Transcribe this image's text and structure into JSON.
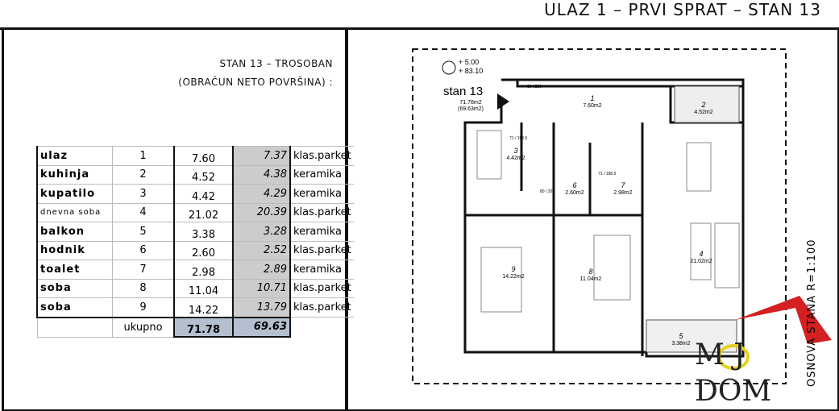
{
  "header": {
    "title": "ULAZ 1 –  PRVI SPRAT  –  STAN 13"
  },
  "left": {
    "title": "STAN 13 – TROSOBAN",
    "subtitle": "(OBRAČUN NETO POVRŠINA) :",
    "rows": [
      {
        "name": "ulaz",
        "no": "1",
        "gross": "7.60",
        "net": "7.37",
        "floor": "klas.parket"
      },
      {
        "name": "kuhinja",
        "no": "2",
        "gross": "4.52",
        "net": "4.38",
        "floor": "keramika"
      },
      {
        "name": "kupatilo",
        "no": "3",
        "gross": "4.42",
        "net": "4.29",
        "floor": "keramika"
      },
      {
        "name": "dnevna soba",
        "no": "4",
        "gross": "21.02",
        "net": "20.39",
        "floor": "klas.parket"
      },
      {
        "name": "balkon",
        "no": "5",
        "gross": "3.38",
        "net": "3.28",
        "floor": "keramika"
      },
      {
        "name": "hodnik",
        "no": "6",
        "gross": "2.60",
        "net": "2.52",
        "floor": "klas.parket"
      },
      {
        "name": "toalet",
        "no": "7",
        "gross": "2.98",
        "net": "2.89",
        "floor": "keramika"
      },
      {
        "name": "soba",
        "no": "8",
        "gross": "11.04",
        "net": "10.71",
        "floor": "klas.parket"
      },
      {
        "name": "soba",
        "no": "9",
        "gross": "14.22",
        "net": "13.79",
        "floor": "klas.parket"
      }
    ],
    "total": {
      "label": "ukupno",
      "gross": "71.78",
      "net": "69.63"
    }
  },
  "plan": {
    "level_top": "+ 5.00",
    "level_bottom": "+ 83.10",
    "unit": "stan 13",
    "area": "71.78m2",
    "area_net": "(69.63m2)",
    "door_entry": "90 / 200",
    "door_bath": "71 / 198.5",
    "door_hall": "80 / 200",
    "door_wc": "71 / 198.5",
    "rooms": [
      {
        "no": "1",
        "area": "7.60m2"
      },
      {
        "no": "2",
        "area": "4.52m2"
      },
      {
        "no": "3",
        "area": "4.42m2"
      },
      {
        "no": "4",
        "area": "21.02m2"
      },
      {
        "no": "5",
        "area": "3.38m2"
      },
      {
        "no": "6",
        "area": "2.60m2"
      },
      {
        "no": "7",
        "area": "2.98m2"
      },
      {
        "no": "8",
        "area": "11.04m2"
      },
      {
        "no": "9",
        "area": "14.22m2"
      }
    ],
    "scale_label": "OSNOVA STANA  R=1:100",
    "logo": "MOJ DOM",
    "colors": {
      "logo_red": "#d42020",
      "logo_yellow": "#e8d020"
    }
  }
}
